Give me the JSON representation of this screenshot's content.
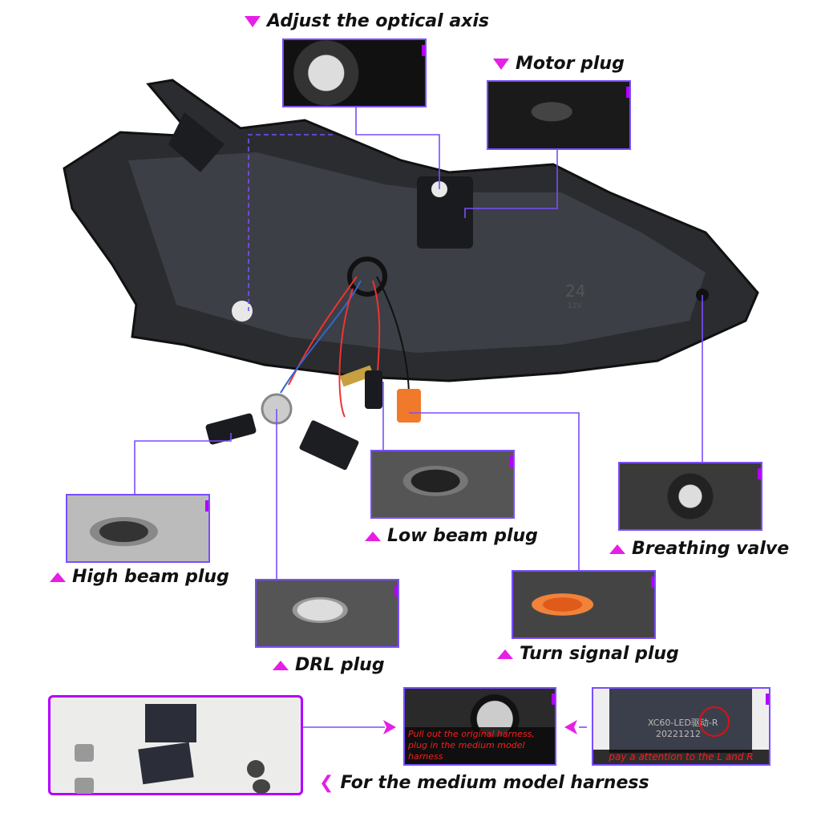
{
  "labels": {
    "optical_axis": "Adjust the optical axis",
    "motor_plug": "Motor plug",
    "high_beam": "High beam plug",
    "low_beam": "Low beam plug",
    "breathing_valve": "Breathing valve",
    "drl": "DRL plug",
    "turn_signal": "Turn signal plug",
    "medium_harness": "For the medium model harness"
  },
  "insets": {
    "pull_out_caption_1": "Pull out the original harness,",
    "pull_out_caption_2": "plug in the medium model harness",
    "lr_caption": "pay a attention to the L and R",
    "module_text": "XC60-LED驱动-R",
    "module_date": "20221212"
  },
  "headlight_marks": {
    "stamp_24": "24",
    "stamp_12v": "12V"
  },
  "colors": {
    "accent_magenta": "#e61ee6",
    "connector_purple": "#7a4dff",
    "caption_red": "#ff1a1a"
  }
}
